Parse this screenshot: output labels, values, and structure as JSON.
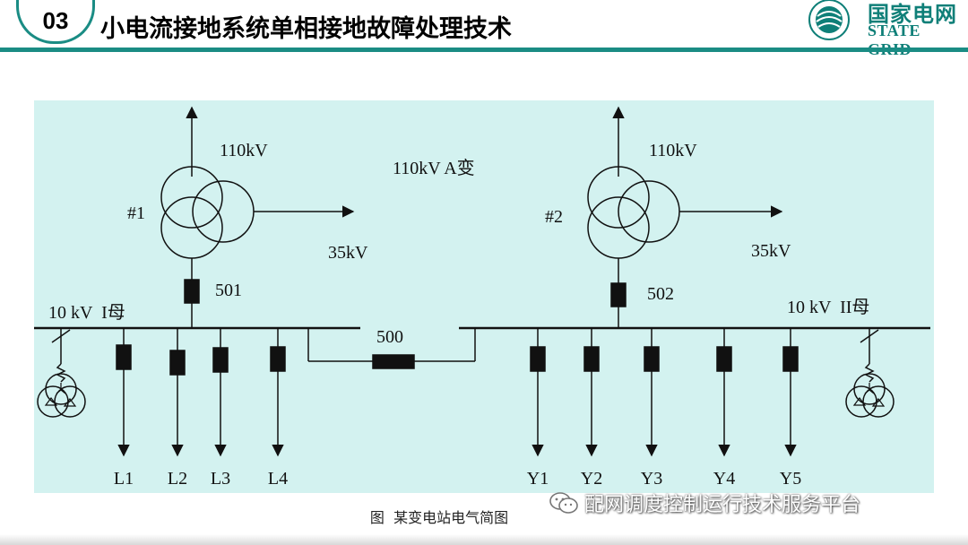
{
  "header": {
    "section_number": "03",
    "title": "小电流接地系统单相接地故障处理技术",
    "logo_cn": "国家电网",
    "logo_en": "STATE GRID",
    "accent_color": "#1a8c84"
  },
  "diagram": {
    "background": "#d3f2f0",
    "station_label": "110kV A变",
    "transformer1": {
      "id": "#1",
      "hv": "110kV",
      "mv": "35kV",
      "breaker": "501"
    },
    "transformer2": {
      "id": "#2",
      "hv": "110kV",
      "mv": "35kV",
      "breaker": "502"
    },
    "bus1_label": "10 kV  I母",
    "bus2_label": "10 kV  II母",
    "tie_breaker": "500",
    "feeders_bus1": [
      "L1",
      "L2",
      "L3",
      "L4"
    ],
    "feeders_bus2": [
      "Y1",
      "Y2",
      "Y3",
      "Y4",
      "Y5"
    ]
  },
  "caption": "图  某变电站电气简图",
  "watermark": "配网调度控制运行技术服务平台"
}
